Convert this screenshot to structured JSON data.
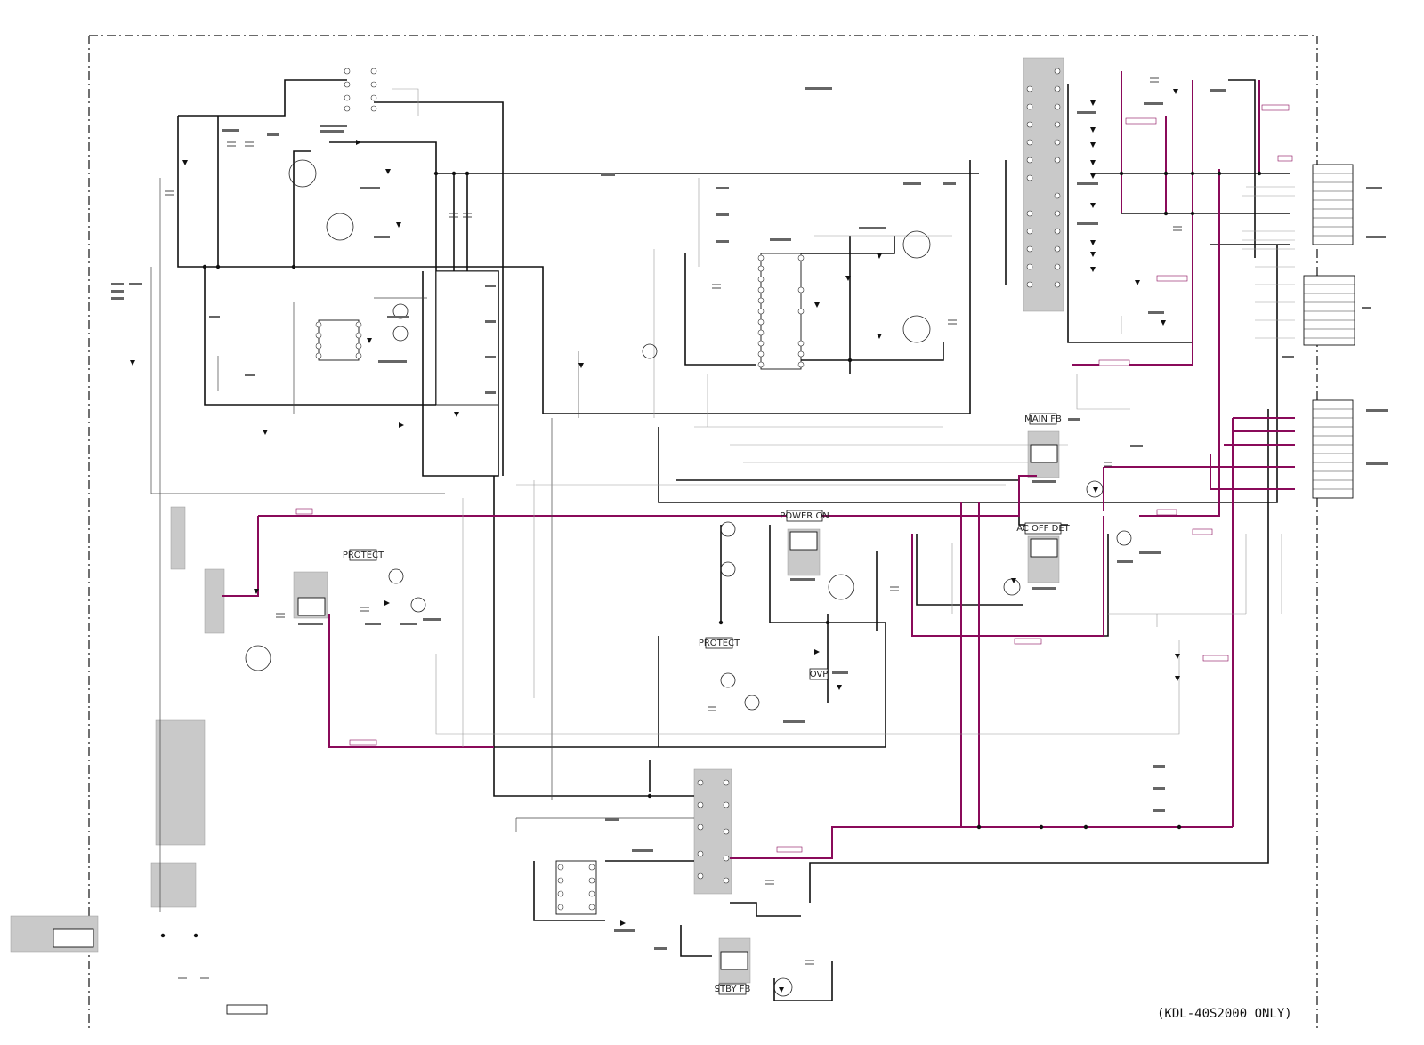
{
  "title": "(KDL-40S2000 ONLY)",
  "blocks": {
    "main_fb": "MAIN FB",
    "power_on": "POWER ON",
    "protect_1": "PROTECT",
    "protect_2": "PROTECT",
    "ac_off_det": "AC OFF DET",
    "ovp": "OVP",
    "stby_fb": "STBY FB"
  },
  "colors": {
    "wire": "#111111",
    "thin_wire": "#444444",
    "magenta_net": "#8a0a5a",
    "shading": "#c9c9c9"
  }
}
